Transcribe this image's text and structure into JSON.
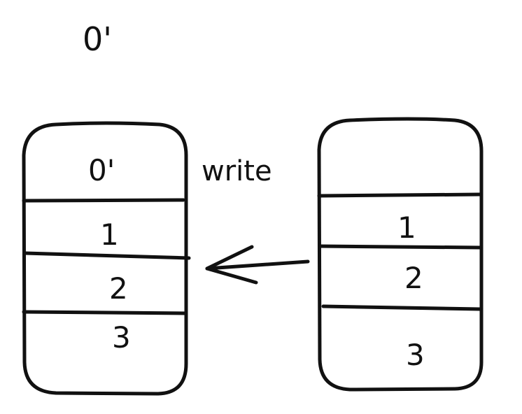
{
  "diagram": {
    "top_label": "0'",
    "arrow_label": "write",
    "left_block": {
      "cells": [
        "0'",
        "1",
        "2",
        "3"
      ]
    },
    "right_block": {
      "cells": [
        "",
        "1",
        "2",
        "3"
      ]
    },
    "colors": {
      "ink": "#111111",
      "background": "#ffffff"
    }
  }
}
